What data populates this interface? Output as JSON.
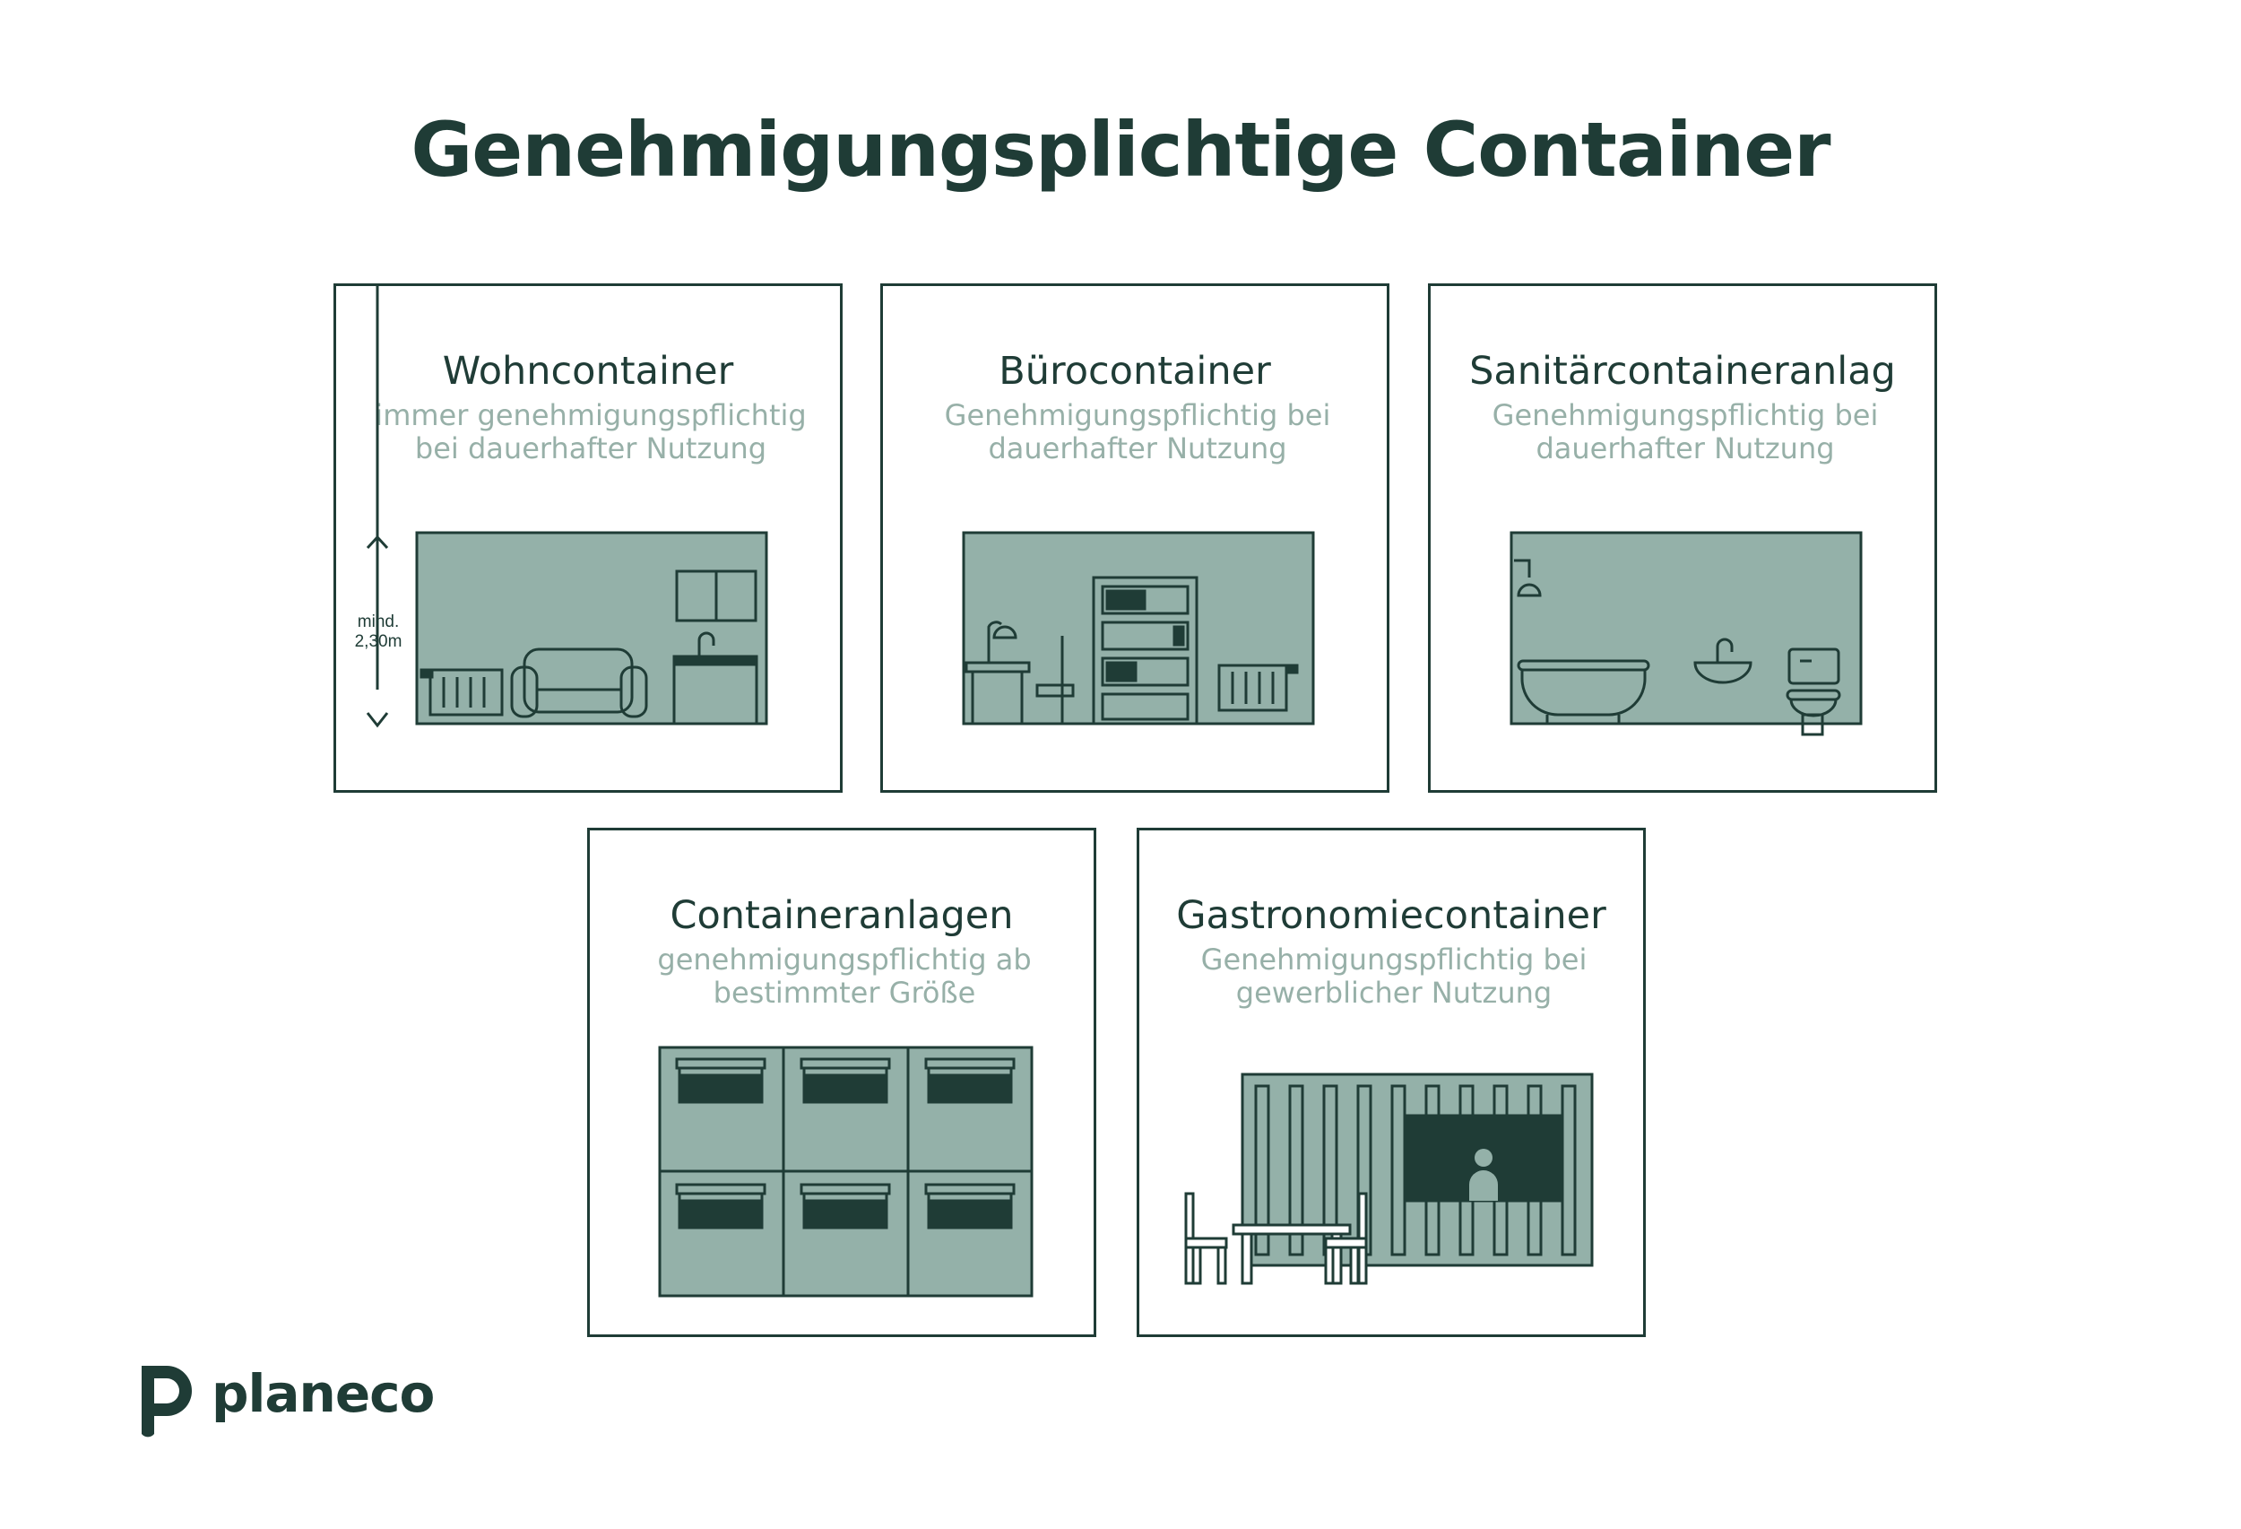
{
  "title": "Genehmigungsplichtige Container",
  "cards": [
    {
      "title": "Wohncontainer",
      "subtitle": "immer genehmigungspflichtig bei dauerhafter Nutzung",
      "icon": "living-room-icon",
      "note_line1": "mind.",
      "note_line2": "2,30m"
    },
    {
      "title": "Bürocontainer",
      "subtitle": "Genehmigungspflichtig bei dauerhafter Nutzung",
      "icon": "office-icon"
    },
    {
      "title": "Sanitärcontaineranlag",
      "subtitle": "Genehmigungspflichtig bei dauerhafter Nutzung",
      "icon": "bathroom-icon"
    },
    {
      "title": "Containeranlagen",
      "subtitle": "genehmigungspflichtig ab bestimmter Größe",
      "icon": "container-stack-icon"
    },
    {
      "title": "Gastronomiecontainer",
      "subtitle": "Genehmigungspflichtig bei gewerblicher Nutzung",
      "icon": "food-container-icon"
    }
  ],
  "brand": {
    "name": "planeco",
    "color": "#1f3c36",
    "fill": "#94b1a9"
  }
}
